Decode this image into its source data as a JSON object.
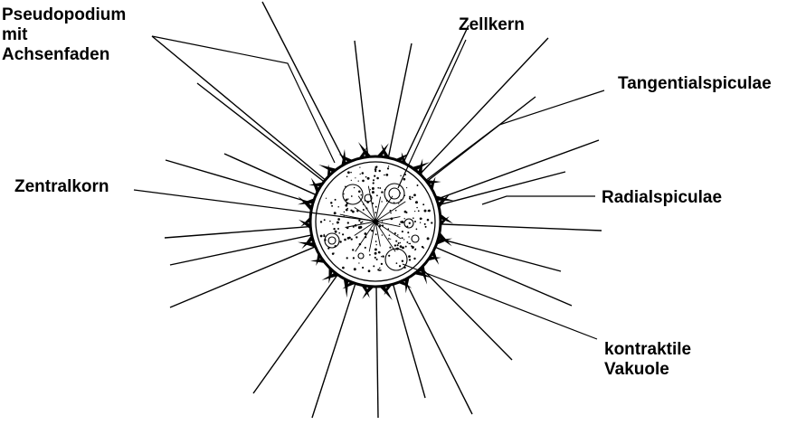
{
  "labels": {
    "pseudopodium_line1": "Pseudopodium",
    "pseudopodium_line2": "mit",
    "pseudopodium_line3": "Achsenfaden",
    "zellkern": "Zellkern",
    "tangentialspiculae": "Tangentialspiculae",
    "zentralkorn": "Zentralkorn",
    "radialspiculae": "Radialspiculae",
    "vakuole_line1": "kontraktile",
    "vakuole_line2": "Vakuole"
  },
  "colors": {
    "ink": "#000000",
    "background": "#ffffff"
  }
}
